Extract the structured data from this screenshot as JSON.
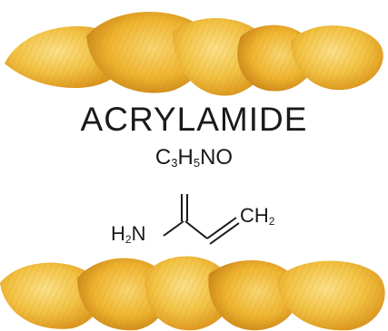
{
  "compound": {
    "name": "ACRYLAMIDE",
    "formula_parts": [
      "C",
      "3",
      "H",
      "5",
      "NO"
    ]
  },
  "structure": {
    "amine_label": [
      "H",
      "2",
      "N"
    ],
    "methylene_label": [
      "CH",
      "2"
    ]
  },
  "colors": {
    "chip_light": "#f6cf5a",
    "chip_mid": "#efb42f",
    "chip_dark": "#d9921a",
    "text": "#1a1a1a",
    "background": "#ffffff"
  }
}
